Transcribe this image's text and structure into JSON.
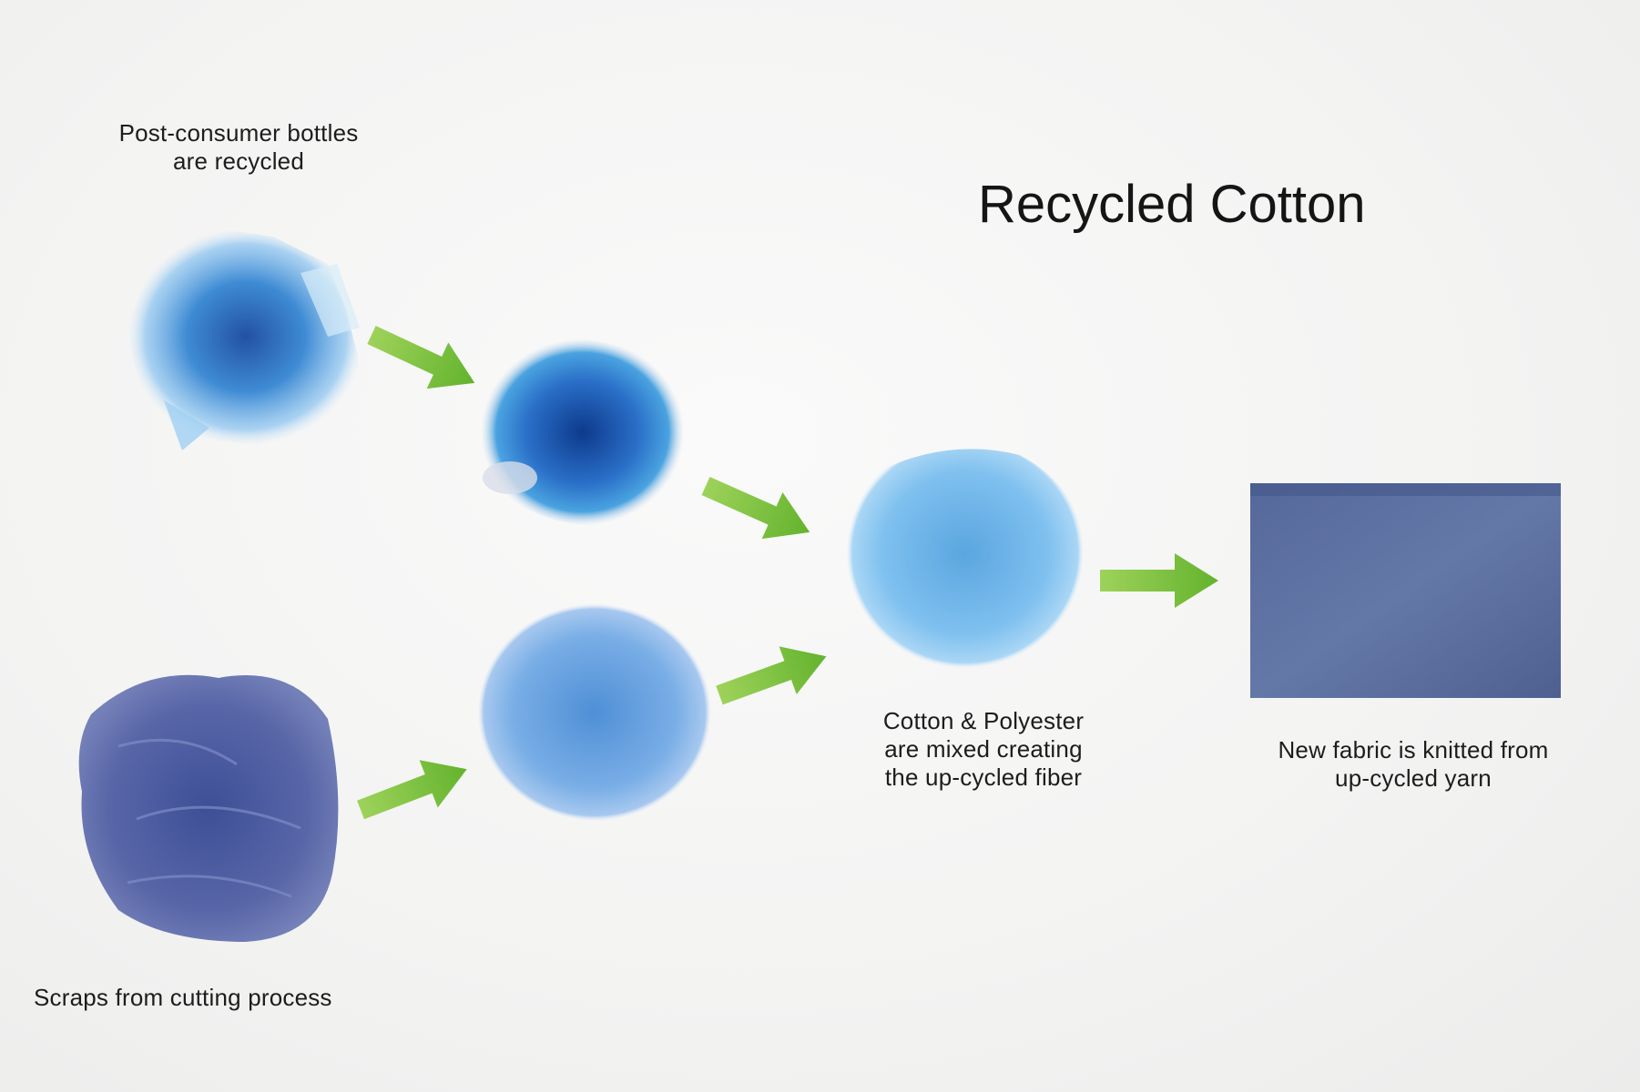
{
  "title": "Recycled Cotton",
  "labels": {
    "bottles": [
      "Post-consumer bottles",
      "are recycled"
    ],
    "scraps": "Scraps from cutting process",
    "mix": [
      "Cotton & Polyester",
      "are mixed creating",
      "the up-cycled fiber"
    ],
    "fabric": [
      "New fabric is knitted from",
      "up-cycled yarn"
    ]
  },
  "colors": {
    "arrow": "#7cc242",
    "bottle_blue": "#2a7fd0",
    "fiber_blue": "#6aaee6",
    "fabric_blue": "#5a6e9e",
    "scrap_blue": "#5866a8"
  }
}
